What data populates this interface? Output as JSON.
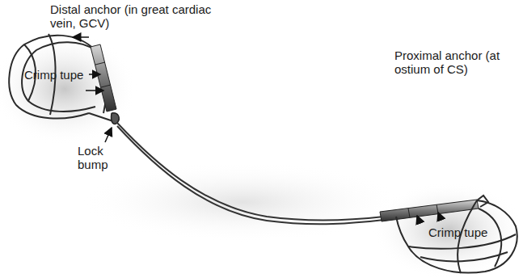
{
  "diagram": {
    "labels": [
      "Distal anchor (in great cardiac vein, GCV)",
      "Crimp tupe",
      "Lock bump",
      "Proximal anchor (at ostium of CS)",
      "Crimp tupe"
    ]
  }
}
